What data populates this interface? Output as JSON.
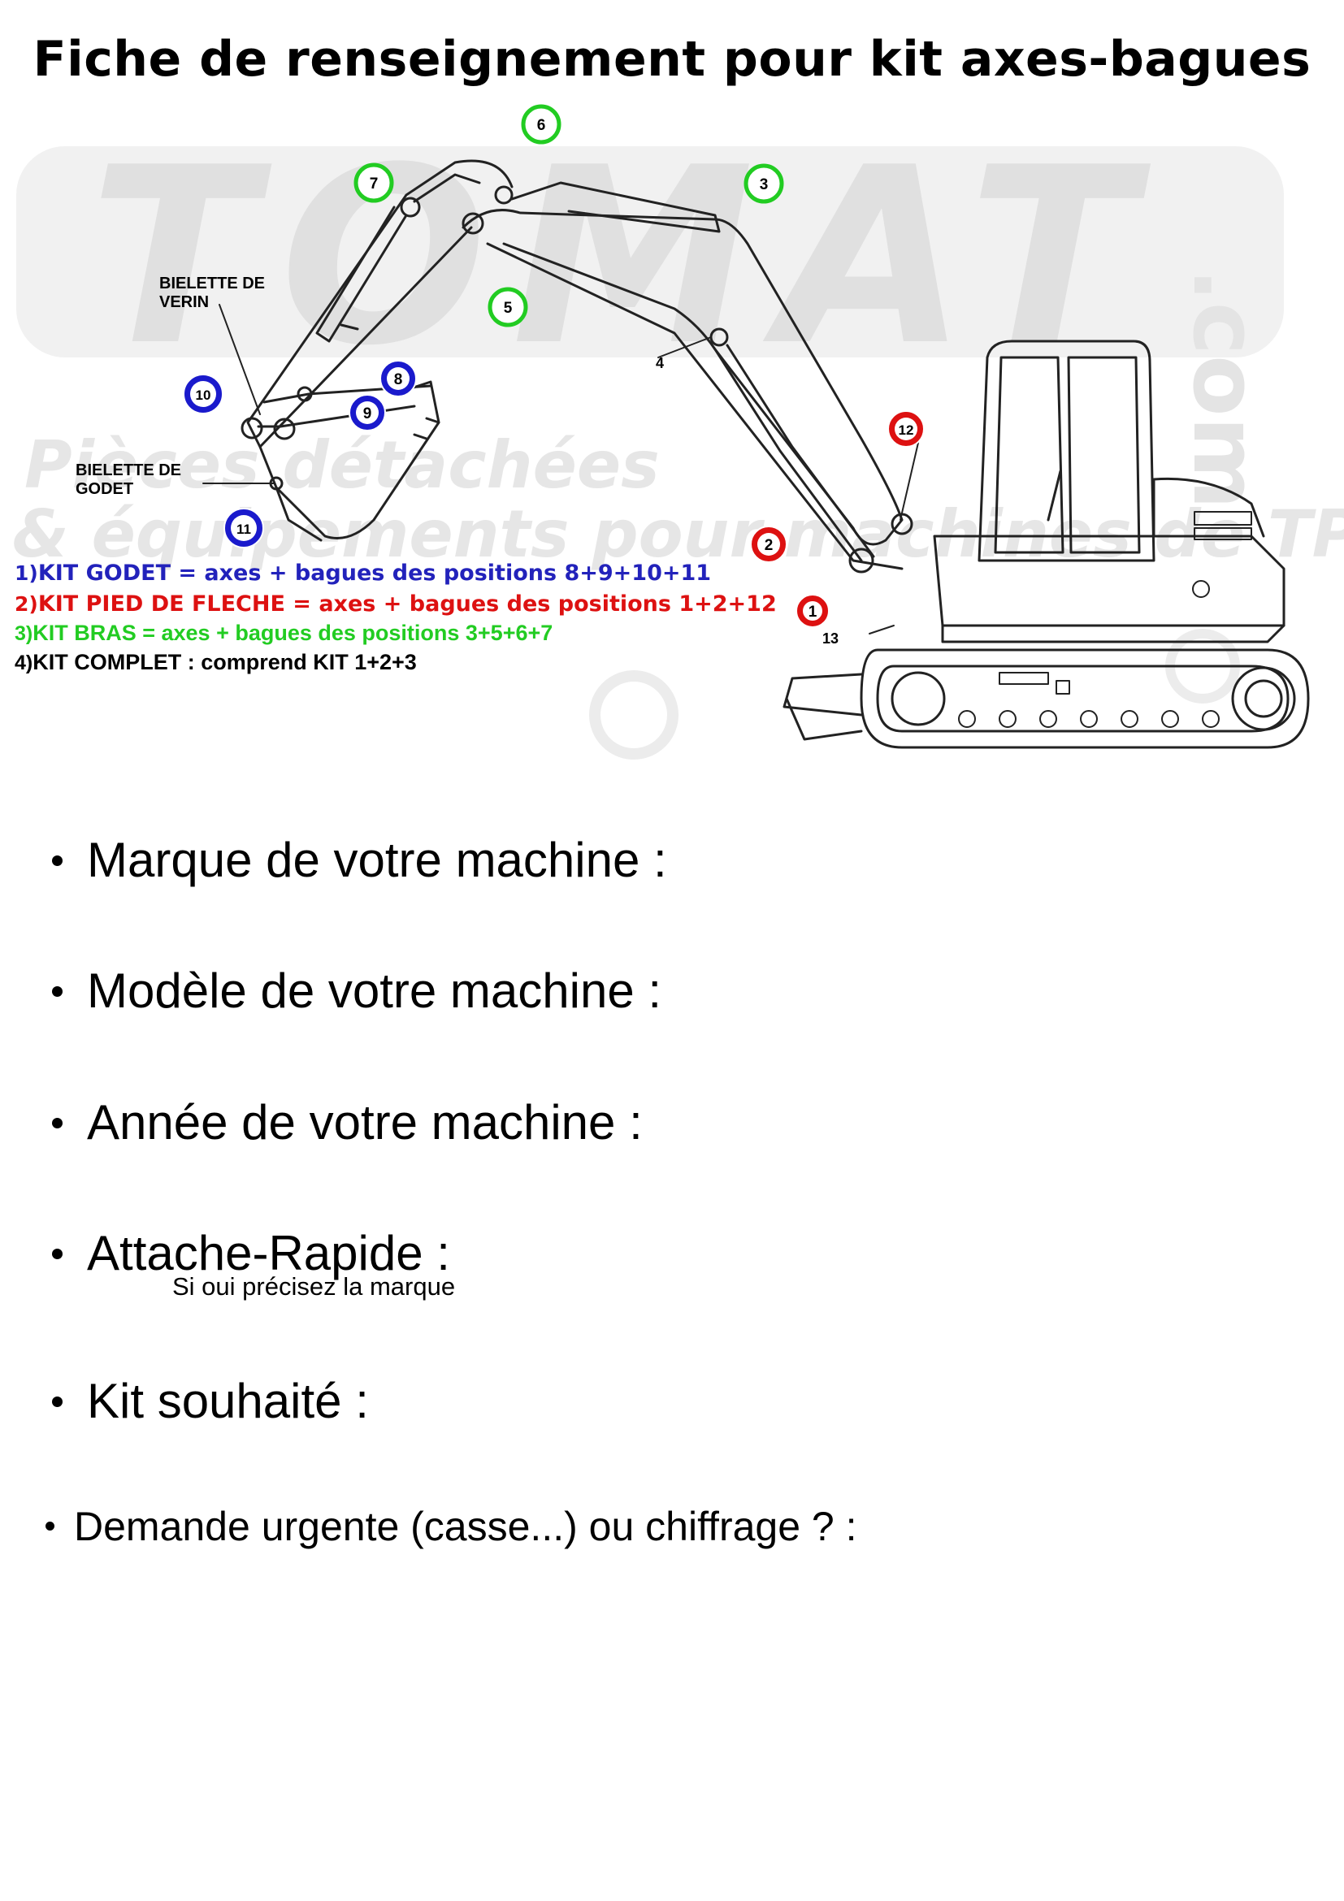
{
  "title": "Fiche de renseignement pour kit axes-bagues",
  "diagram": {
    "watermark": {
      "brand": "TOMAT",
      "suffix": ".com",
      "tagline_1": "Pièces détachées",
      "tagline_2": "& équipements pour machines de TP"
    },
    "labels": {
      "biellette_verin_1": "BIELETTE DE",
      "biellette_verin_2": "VERIN",
      "biellette_godet_1": "BIELETTE DE",
      "biellette_godet_2": "GODET"
    },
    "markers": [
      {
        "n": "1",
        "color": "#dd1111"
      },
      {
        "n": "2",
        "color": "#dd1111"
      },
      {
        "n": "3",
        "color": "#22cc22"
      },
      {
        "n": "4",
        "color": "#000000"
      },
      {
        "n": "5",
        "color": "#22cc22"
      },
      {
        "n": "6",
        "color": "#22cc22"
      },
      {
        "n": "7",
        "color": "#22cc22"
      },
      {
        "n": "8",
        "color": "#1a1acc"
      },
      {
        "n": "9",
        "color": "#1a1acc"
      },
      {
        "n": "10",
        "color": "#1a1acc"
      },
      {
        "n": "11",
        "color": "#1a1acc"
      },
      {
        "n": "12",
        "color": "#dd1111"
      },
      {
        "n": "13",
        "color": "#000000"
      }
    ]
  },
  "kits": [
    {
      "num": "1)",
      "text": "KIT GODET = axes + bagues des positions 8+9+10+11",
      "color": "#2222bb"
    },
    {
      "num": "2)",
      "text": "KIT PIED DE FLECHE = axes + bagues des positions 1+2+12",
      "color": "#dd1111"
    },
    {
      "num": "3)",
      "text": "KIT BRAS = axes + bagues des positions 3+5+6+7",
      "color": "#22cc22"
    },
    {
      "num": "4)",
      "text": "KIT COMPLET : comprend KIT 1+2+3",
      "color": "#000000"
    }
  ],
  "fields": {
    "marque": "Marque de votre machine :",
    "modele": "Modèle de votre machine :",
    "annee": "Année de votre machine :",
    "attache": "Attache-Rapide :",
    "attache_hint": "Si oui précisez la marque",
    "kit": "Kit souhaité :",
    "urgence": "Demande urgente (casse...) ou chiffrage ? :"
  }
}
